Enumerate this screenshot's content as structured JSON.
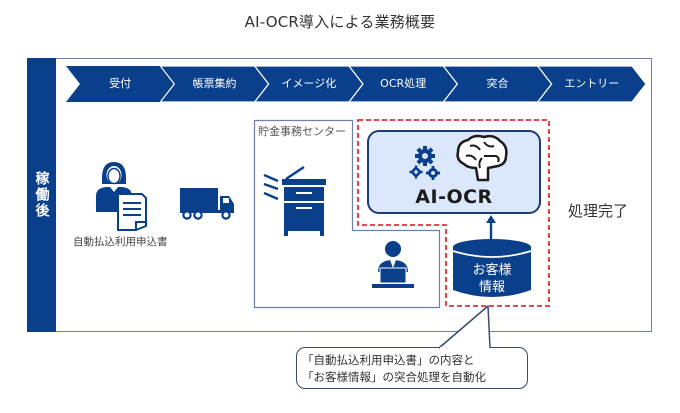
{
  "title": "AI-OCR導入による業務概要",
  "sidebar_label": "稼働後",
  "process_steps": [
    {
      "label": "受付"
    },
    {
      "label": "帳票集約"
    },
    {
      "label": "イメージ化"
    },
    {
      "label": "OCR処理"
    },
    {
      "label": "突合"
    },
    {
      "label": "エントリー"
    }
  ],
  "applicant": {
    "label": "自動払込利用申込書",
    "icon": "person-with-document-icon"
  },
  "transport": {
    "icon": "truck-icon"
  },
  "center": {
    "label": "貯金事務センター",
    "icons": [
      "scanner-icon",
      "operator-at-computer-icon"
    ]
  },
  "ai_ocr": {
    "label": "AI-OCR",
    "icons": [
      "gears-icon",
      "brain-icon"
    ]
  },
  "database": {
    "line1": "お客様",
    "line2": "情報"
  },
  "result_label": "処理完了",
  "callout": {
    "line1": "「自動払込利用申込書」の内容と",
    "line2": "「お客様情報」の突合処理を自動化"
  },
  "colors": {
    "primary_navy": "#0a3f8c",
    "ai_box_fill": "#dbe7fb",
    "dashed_red": "#e0313b",
    "frame_border": "#6f7fa6"
  }
}
